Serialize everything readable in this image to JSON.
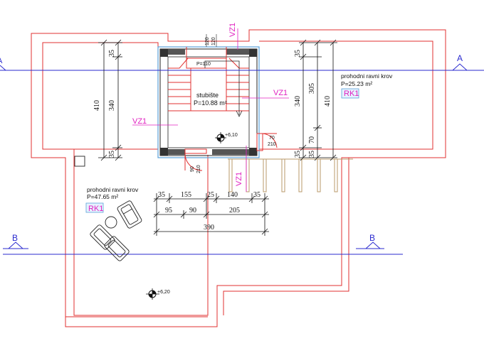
{
  "colors": {
    "wall": "#e03030",
    "section_line": "#2a2acf",
    "dimension": "#000000",
    "tag": "#e020c0",
    "roof_tag": "#e020c0",
    "railing": "#b89a6a",
    "stair_frame": "#5aa0d8"
  },
  "sections": {
    "a_left": "A",
    "a_right": "A",
    "b_left": "B",
    "b_right": "B"
  },
  "stair": {
    "name": "stubište",
    "area": "P=10.88 m²",
    "landing": "P=110",
    "dim_top_1": "120",
    "dim_top_2": "120"
  },
  "tags": {
    "vz1_top": "VZ1",
    "vz1_right": "VZ1",
    "vz1_left": "VZ1",
    "vz1_bottom": "VZ1"
  },
  "levels": {
    "stair_level": "+6,10",
    "roof_level": "+6,20"
  },
  "rooms": {
    "right_roof": {
      "name": "prohodni ravni krov",
      "area": "P=25.23 m²",
      "code": "RK1"
    },
    "left_roof": {
      "name": "prohodni ravni krov",
      "area": "P=47.65 m²",
      "code": "RK1"
    }
  },
  "openings": {
    "right_door_w": "70",
    "right_door_h": "210",
    "left_door_w": "90",
    "left_door_h": "210"
  },
  "dims_left": {
    "top": "35",
    "middle": "340",
    "bottom": "35",
    "total": "410"
  },
  "dims_right": {
    "top": "35",
    "inner": "340",
    "upper": "305",
    "lower": "70",
    "bottom": "35",
    "total": "410"
  },
  "dims_bottom": {
    "row1": [
      "35",
      "155",
      "25",
      "140",
      "35"
    ],
    "row2": [
      "95",
      "90",
      "205"
    ],
    "row3": "390"
  }
}
